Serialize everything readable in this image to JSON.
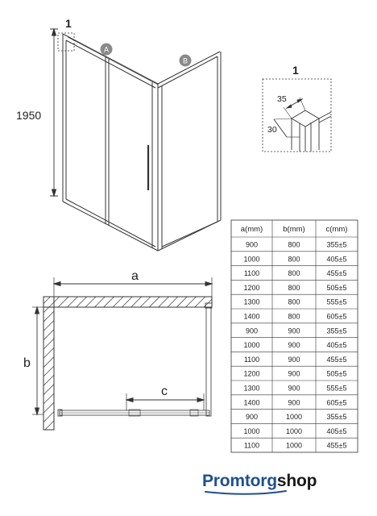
{
  "labels": {
    "detail_marker": "1",
    "panel_a": "A",
    "panel_b": "B",
    "height": "1950",
    "detail_title": "1",
    "detail_dim_top": "35",
    "detail_dim_side": "30",
    "dim_a": "a",
    "dim_b": "b",
    "dim_c": "c"
  },
  "table": {
    "headers": [
      "a(mm)",
      "b(mm)",
      "c(mm)"
    ],
    "rows": [
      [
        "900",
        "800",
        "355±5"
      ],
      [
        "1000",
        "800",
        "405±5"
      ],
      [
        "1100",
        "800",
        "455±5"
      ],
      [
        "1200",
        "800",
        "505±5"
      ],
      [
        "1300",
        "800",
        "555±5"
      ],
      [
        "1400",
        "800",
        "605±5"
      ],
      [
        "900",
        "900",
        "355±5"
      ],
      [
        "1000",
        "900",
        "405±5"
      ],
      [
        "1100",
        "900",
        "455±5"
      ],
      [
        "1200",
        "900",
        "505±5"
      ],
      [
        "1300",
        "900",
        "555±5"
      ],
      [
        "1400",
        "900",
        "605±5"
      ],
      [
        "900",
        "1000",
        "355±5"
      ],
      [
        "1000",
        "1000",
        "405±5"
      ],
      [
        "1100",
        "1000",
        "455±5"
      ]
    ]
  },
  "logo": {
    "part1": "Promtorg",
    "part2": "shop",
    "color_primary": "#1f4f93",
    "color_secondary": "#1a1a1a"
  },
  "colors": {
    "line": "#333333",
    "badge": "#8a8a8a"
  }
}
